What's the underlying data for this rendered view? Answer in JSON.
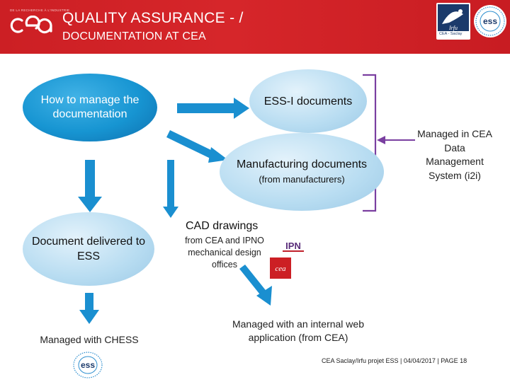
{
  "header": {
    "title": "QUALITY ASSURANCE  - /",
    "subtitle": "DOCUMENTATION AT CEA",
    "cea_logo_text": "cea",
    "cea_small_text": "DE LA RECHERCHE À L'INDUSTRIE",
    "irfu_logo_caption": "CEA - Saclay",
    "irfu_logo_text": "Irfu",
    "ess_logo_text": "ess"
  },
  "bubbles": {
    "how_to": "How to manage the documentation",
    "ess_i": "ESS-I documents",
    "manufacturing_main": "Manufacturing documents",
    "manufacturing_small": "(from manufacturers)",
    "doc_delivered": "Document delivered to ESS"
  },
  "managed_in_cea": "Managed in CEA Data Management System (i2i)",
  "cad": {
    "title": "CAD drawings",
    "subtitle": "from CEA and IPNO mechanical design offices",
    "ipn_logo_text": "IPN",
    "cea_logo_text": "cea"
  },
  "managed_with_chess": "Managed with CHESS",
  "managed_internal": "Managed with an internal web application (from CEA)",
  "footer": "CEA Saclay/Irfu projet ESS | 04/04/2017 |  PAGE 18",
  "colors": {
    "header_red": "#cc1f24",
    "bubble_blue": "#1795d2",
    "bubble_light": "#b7dcf1",
    "arrow_blue": "#1a8fd0",
    "bracket_purple": "#7a3fa0"
  },
  "icons": [
    "cea-logo",
    "irfu-logo",
    "ess-logo",
    "ipn-logo",
    "cea-small-logo",
    "ess-logo-bottom"
  ]
}
